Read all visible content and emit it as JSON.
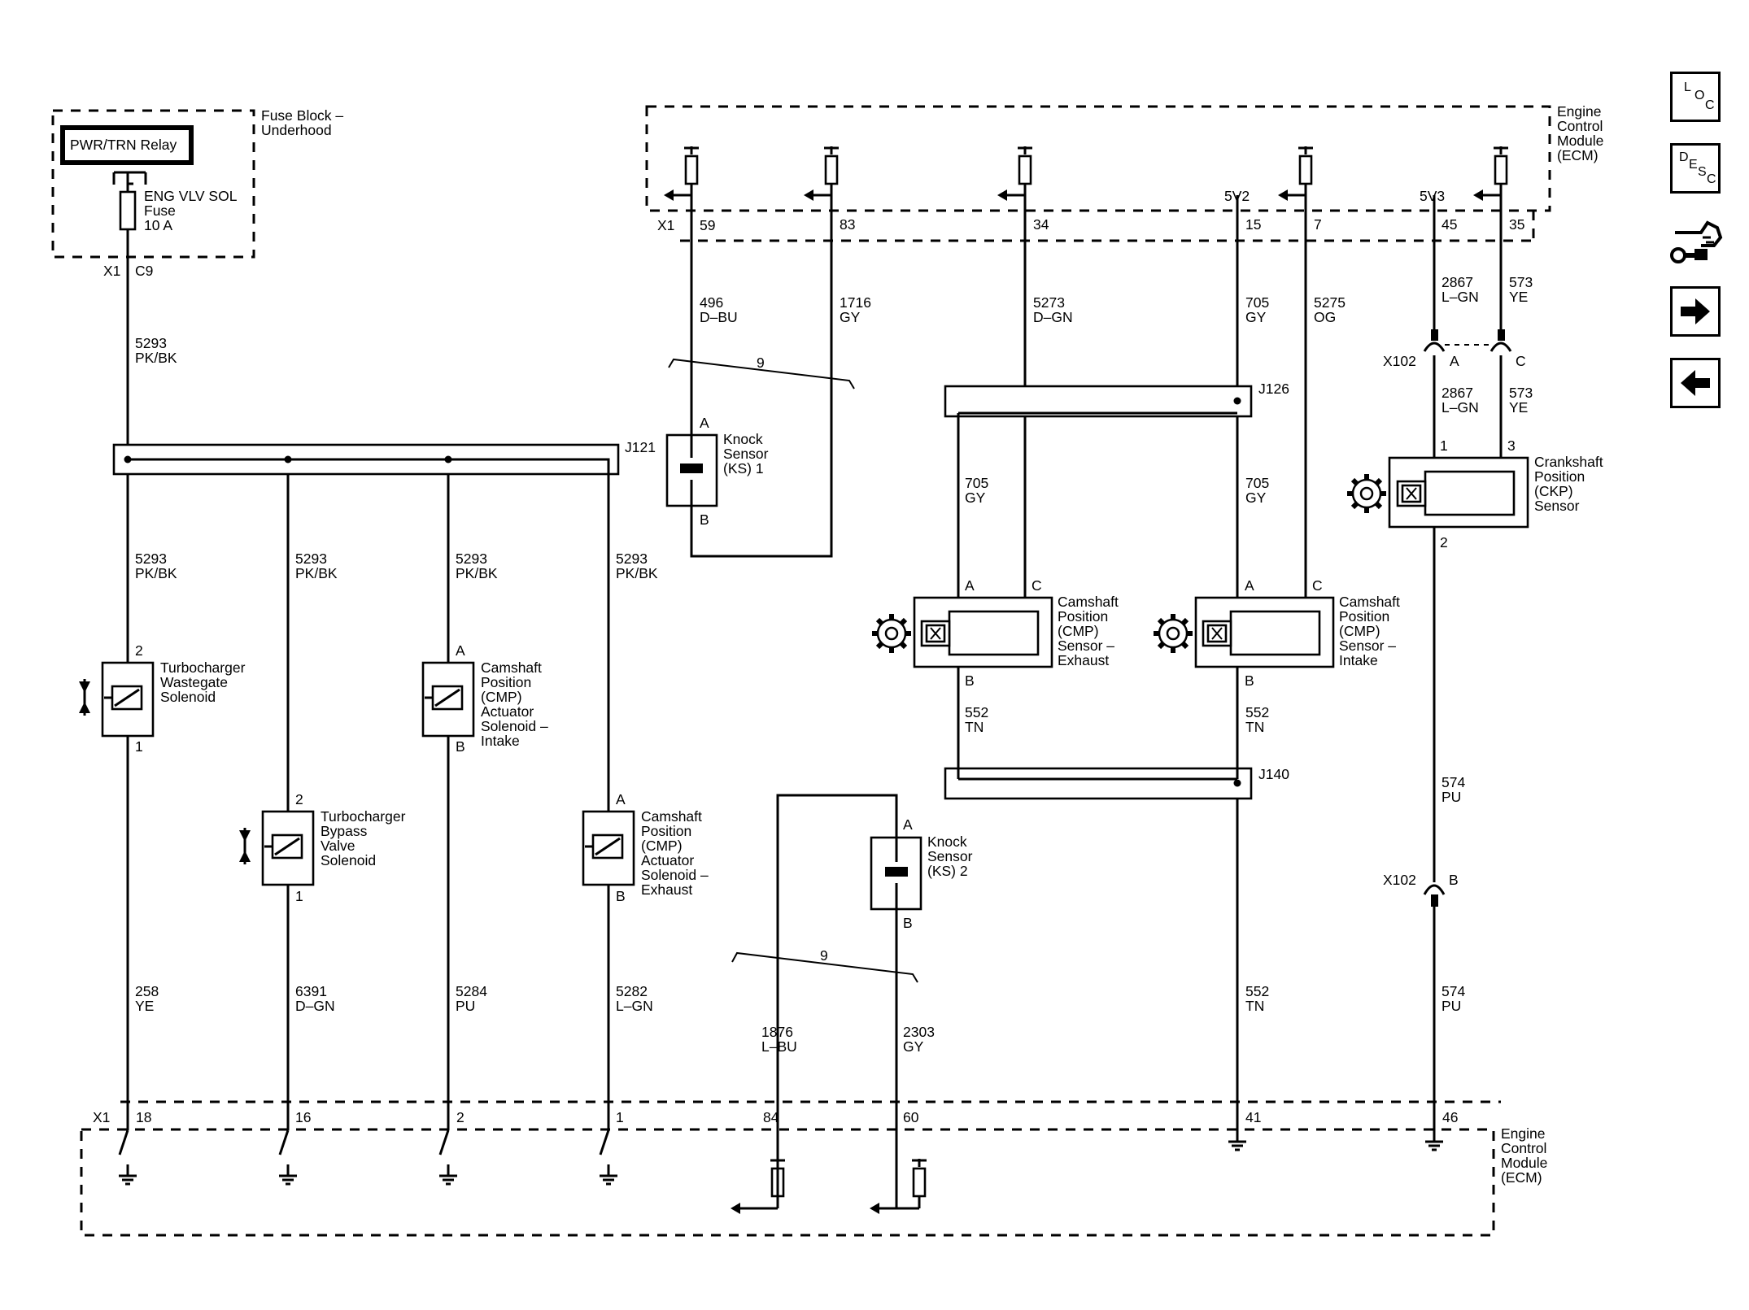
{
  "nav": {
    "loc": [
      "L",
      "O",
      "C"
    ],
    "desc": [
      "D",
      "E",
      "S",
      "C"
    ],
    "tool_icon": "wrench-hand-icon",
    "next_icon": "arrow-right-icon",
    "prev_icon": "arrow-left-icon"
  },
  "fuse_block": {
    "title_line1": "Fuse Block –",
    "title_line2": "Underhood",
    "relay": "PWR/TRN Relay",
    "fuse_line1": "ENG VLV SOL",
    "fuse_line2": "Fuse",
    "fuse_line3": "10 A",
    "conn": "X1",
    "pin": "C9"
  },
  "ecm_top": {
    "title": [
      "Engine",
      "Control",
      "Module",
      "(ECM)"
    ],
    "conn": "X1",
    "pins": [
      "59",
      "83",
      "34",
      "15",
      "7",
      "45",
      "35"
    ],
    "refs": [
      "5V2",
      "5V3"
    ]
  },
  "ecm_bottom": {
    "title": [
      "Engine",
      "Control",
      "Module",
      "(ECM)"
    ],
    "conn": "X1",
    "pins": [
      "18",
      "16",
      "2",
      "1",
      "84",
      "60",
      "41",
      "46"
    ]
  },
  "wires": {
    "w5293_top": [
      "5293",
      "PK/BK"
    ],
    "w5293_a": [
      "5293",
      "PK/BK"
    ],
    "w5293_b": [
      "5293",
      "PK/BK"
    ],
    "w5293_c": [
      "5293",
      "PK/BK"
    ],
    "w5293_d": [
      "5293",
      "PK/BK"
    ],
    "w258": [
      "258",
      "YE"
    ],
    "w6391": [
      "6391",
      "D–GN"
    ],
    "w5284": [
      "5284",
      "PU"
    ],
    "w5282": [
      "5282",
      "L–GN"
    ],
    "w496": [
      "496",
      "D–BU"
    ],
    "w1716": [
      "1716",
      "GY"
    ],
    "w5273": [
      "5273",
      "D–GN"
    ],
    "w705_top": [
      "705",
      "GY"
    ],
    "w5275": [
      "5275",
      "OG"
    ],
    "w2867_top": [
      "2867",
      "L–GN"
    ],
    "w573_top": [
      "573",
      "YE"
    ],
    "w2867_bot": [
      "2867",
      "L–GN"
    ],
    "w573_bot": [
      "573",
      "YE"
    ],
    "w705_l": [
      "705",
      "GY"
    ],
    "w705_r": [
      "705",
      "GY"
    ],
    "w552_l": [
      "552",
      "TN"
    ],
    "w552_r": [
      "552",
      "TN"
    ],
    "w552_bot": [
      "552",
      "TN"
    ],
    "w574_top": [
      "574",
      "PU"
    ],
    "w574_bot": [
      "574",
      "PU"
    ],
    "w1876": [
      "1876",
      "L–BU"
    ],
    "w2303": [
      "2303",
      "GY"
    ]
  },
  "splices": {
    "j121": "J121",
    "j126": "J126",
    "j140": "J140"
  },
  "twist": {
    "upper": "9",
    "lower": "9"
  },
  "connectors": {
    "x102_top": "X102",
    "x102_a": "A",
    "x102_c": "C",
    "x102_bot": "X102",
    "x102_b": "B"
  },
  "components": {
    "ks1": {
      "name": [
        "Knock",
        "Sensor",
        "(KS) 1"
      ],
      "pin_a": "A",
      "pin_b": "B"
    },
    "ks2": {
      "name": [
        "Knock",
        "Sensor",
        "(KS) 2"
      ],
      "pin_a": "A",
      "pin_b": "B"
    },
    "wastegate": {
      "name": [
        "Turbocharger",
        "Wastegate",
        "Solenoid"
      ],
      "pin_top": "2",
      "pin_bot": "1"
    },
    "bypass": {
      "name": [
        "Turbocharger",
        "Bypass",
        "Valve",
        "Solenoid"
      ],
      "pin_top": "2",
      "pin_bot": "1"
    },
    "cmp_act_intake": {
      "name": [
        "Camshaft",
        "Position",
        "(CMP)",
        "Actuator",
        "Solenoid –",
        "Intake"
      ],
      "pin_top": "A",
      "pin_bot": "B"
    },
    "cmp_act_exhaust": {
      "name": [
        "Camshaft",
        "Position",
        "(CMP)",
        "Actuator",
        "Solenoid –",
        "Exhaust"
      ],
      "pin_top": "A",
      "pin_bot": "B"
    },
    "cmp_exh": {
      "name": [
        "Camshaft",
        "Position",
        "(CMP)",
        "Sensor –",
        "Exhaust"
      ],
      "pin_a": "A",
      "pin_c": "C",
      "pin_b": "B"
    },
    "cmp_int": {
      "name": [
        "Camshaft",
        "Position",
        "(CMP)",
        "Sensor –",
        "Intake"
      ],
      "pin_a": "A",
      "pin_c": "C",
      "pin_b": "B"
    },
    "ckp": {
      "name": [
        "Crankshaft",
        "Position",
        "(CKP)",
        "Sensor"
      ],
      "pin1": "1",
      "pin3": "3",
      "pin2": "2"
    }
  }
}
